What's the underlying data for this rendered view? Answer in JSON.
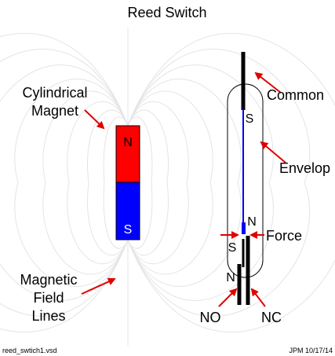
{
  "title": "Reed Switch",
  "magnet": {
    "label_lines": [
      "Cylindrical",
      "Magnet"
    ],
    "north_label": "N",
    "south_label": "S",
    "north_color": "#ff0000",
    "south_color": "#0000ff"
  },
  "field": {
    "label_lines": [
      "Magnetic",
      "Field",
      "Lines"
    ]
  },
  "reed_switch": {
    "labels": {
      "common": "Common",
      "envelop": "Envelop",
      "force": "Force",
      "no": "NO",
      "nc": "NC"
    },
    "pole_labels": {
      "upper_reed_s": "S",
      "reed_tip_n": "N",
      "lower_reed_s": "S",
      "lower_reed_n": "N"
    },
    "reed_color": "#0000ff",
    "arrow_color": "#ff0000"
  },
  "footer": {
    "left": "reed_swtich1.vsd",
    "right": "JPM 10/17/14"
  }
}
